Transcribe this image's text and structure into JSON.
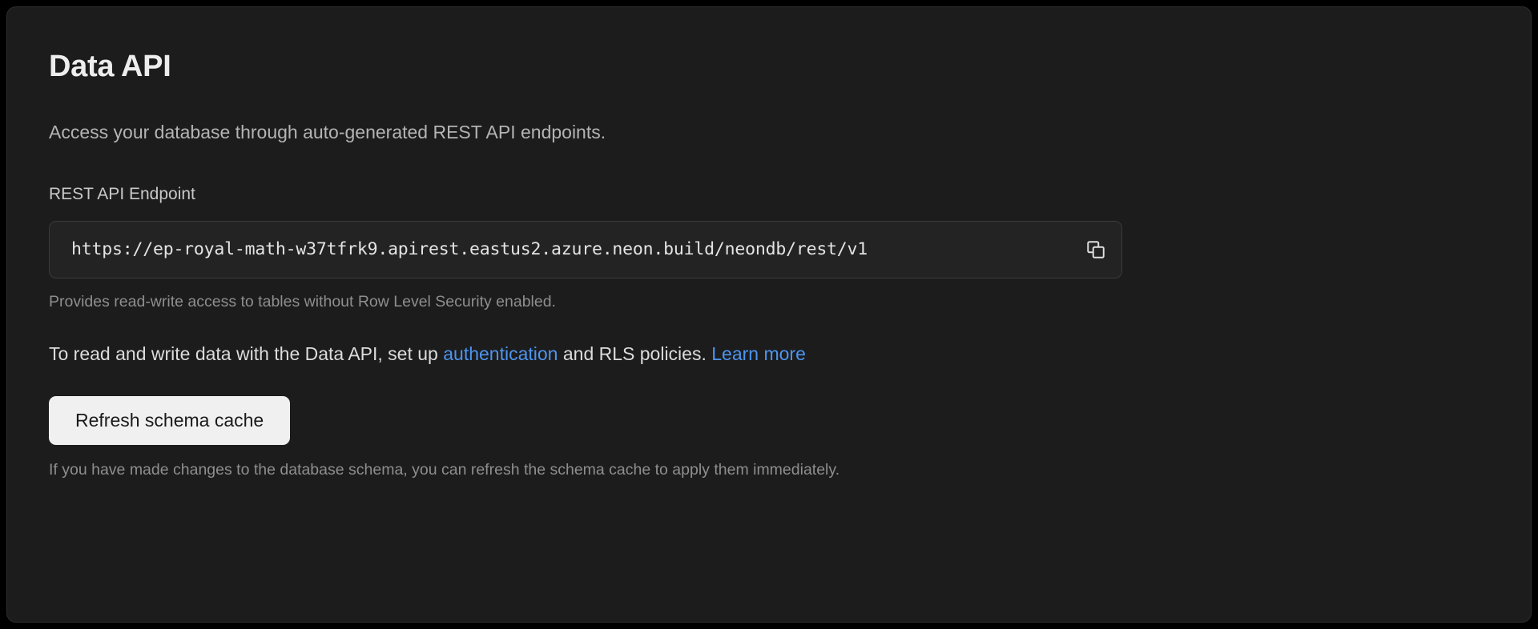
{
  "card": {
    "title": "Data API",
    "description": "Access your database through auto-generated REST API endpoints.",
    "endpoint": {
      "label": "REST API Endpoint",
      "value": "https://ep-royal-math-w37tfrk9.apirest.eastus2.azure.neon.build/neondb/rest/v1",
      "placeholder": "https://",
      "copy_icon": "copy-icon",
      "help_text": "Provides read-write access to tables without Row Level Security enabled."
    },
    "rls": {
      "text_before": "To read and write data with the Data API, set up ",
      "link_auth": "authentication",
      "text_middle": " and RLS policies. ",
      "link_learn_more": "Learn more"
    },
    "refresh": {
      "button_label": "Refresh schema cache",
      "footer_text": "If you have made changes to the database schema, you can refresh the schema cache to apply them immediately."
    }
  },
  "colors": {
    "page_background": "#000000",
    "card_background": "#1c1c1c",
    "card_border": "#2e2e2e",
    "input_background": "#232323",
    "input_border": "#3a3a3a",
    "link": "#4d94f0",
    "button_background": "#f0f0f0",
    "button_text": "#1a1a1a",
    "title_text": "#ededed",
    "muted_text": "#8e8e8e"
  }
}
